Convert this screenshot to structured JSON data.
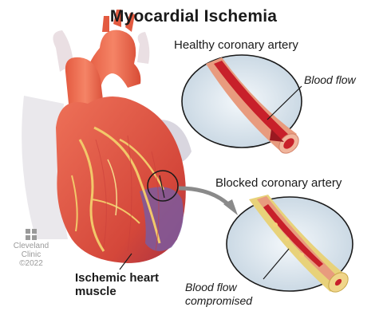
{
  "title": "Myocardial Ischemia",
  "labels": {
    "healthy_artery": "Healthy coronary artery",
    "blood_flow": "Blood flow",
    "blocked_artery": "Blocked coronary artery",
    "blood_flow_compromised_line1": "Blood flow",
    "blood_flow_compromised_line2": "compromised",
    "ischemic_line1": "Ischemic heart",
    "ischemic_line2": "muscle"
  },
  "logo": {
    "line1": "Cleveland",
    "line2": "Clinic",
    "line3": "©2022"
  },
  "colors": {
    "heart": "#e0553e",
    "heart_dark": "#b8362a",
    "aorta": "#ee6a4e",
    "ischemic_purple": "#7d5a9e",
    "artery_wall": "#e89b7e",
    "blood": "#c8202a",
    "plaque": "#f2d27a",
    "lens_bg": "#cfdce6",
    "arrow_gray": "#8a8a8a"
  }
}
